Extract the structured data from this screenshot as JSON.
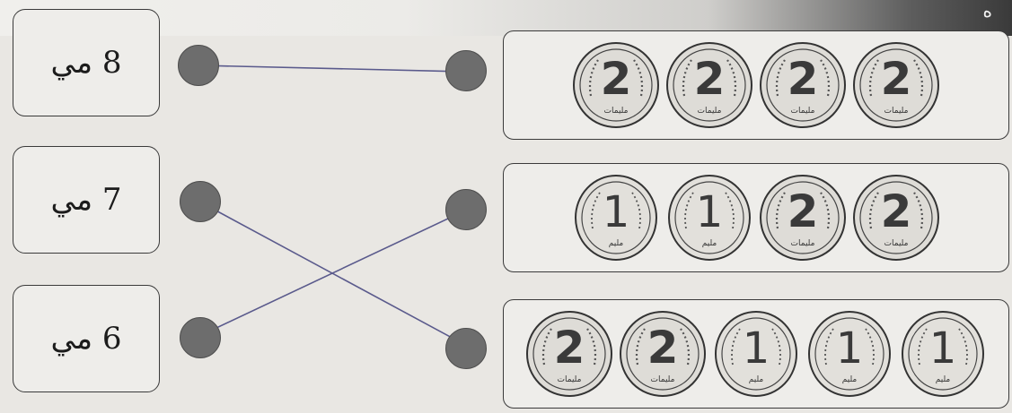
{
  "header": {
    "corner_glyph": "ﻩ"
  },
  "amounts": [
    {
      "label": "8 مي"
    },
    {
      "label": "7 مي"
    },
    {
      "label": "6 مي"
    }
  ],
  "coin_groups": [
    {
      "coins": [
        {
          "value": "2",
          "mint": "مليمات"
        },
        {
          "value": "2",
          "mint": "مليمات"
        },
        {
          "value": "2",
          "mint": "مليمات"
        },
        {
          "value": "2",
          "mint": "مليمات"
        }
      ]
    },
    {
      "coins": [
        {
          "value": "1",
          "mint": "مليم"
        },
        {
          "value": "1",
          "mint": "مليم"
        },
        {
          "value": "2",
          "mint": "مليمات"
        },
        {
          "value": "2",
          "mint": "مليمات"
        }
      ]
    },
    {
      "coins": [
        {
          "value": "2",
          "mint": "مليمات"
        },
        {
          "value": "2",
          "mint": "مليمات"
        },
        {
          "value": "1",
          "mint": "مليم"
        },
        {
          "value": "1",
          "mint": "مليم"
        },
        {
          "value": "1",
          "mint": "مليم"
        }
      ]
    }
  ],
  "connections": [
    {
      "from_amount": 0,
      "to_group": 0
    },
    {
      "from_amount": 1,
      "to_group": 2
    },
    {
      "from_amount": 2,
      "to_group": 1
    }
  ],
  "colors": {
    "line": "#5a5a8c",
    "dot": "#6d6d6d",
    "border": "#3a3a3a"
  }
}
